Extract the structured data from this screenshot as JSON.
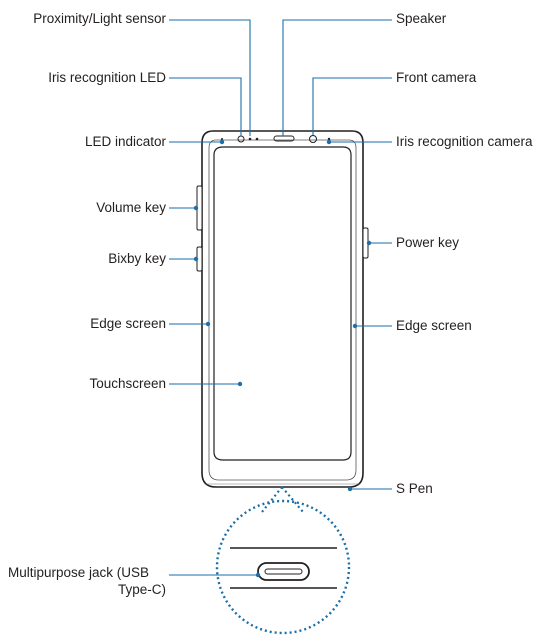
{
  "labels": {
    "proximity_sensor": "Proximity/Light sensor",
    "iris_led": "Iris recognition LED",
    "led_indicator": "LED indicator",
    "volume_key": "Volume key",
    "bixby_key": "Bixby key",
    "edge_screen_left": "Edge screen",
    "touchscreen": "Touchscreen",
    "speaker": "Speaker",
    "front_camera": "Front camera",
    "iris_camera": "Iris recognition camera",
    "power_key": "Power key",
    "edge_screen_right": "Edge screen",
    "s_pen": "S Pen",
    "multipurpose_jack_line1": "Multipurpose jack (USB",
    "multipurpose_jack_line2": "Type-C)"
  },
  "colors": {
    "callout": "#1b6ea8",
    "outline": "#231f20",
    "text": "#231f20"
  }
}
